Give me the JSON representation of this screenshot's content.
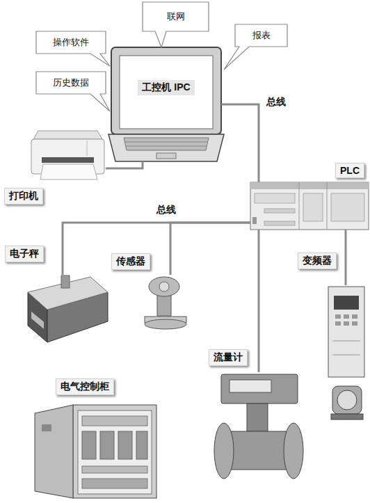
{
  "diagram": {
    "nodes": [
      {
        "text": [
          "联网"
        ]
      },
      {
        "text": [
          "操作软件"
        ]
      },
      {
        "text": [
          "报表"
        ]
      },
      {
        "text": [
          "历史数据"
        ]
      },
      {
        "text": [
          "工控机 IPC"
        ]
      },
      {
        "text": [
          "PLC"
        ]
      },
      {
        "text": [
          "打印机"
        ]
      },
      {
        "text": [
          "电子秤"
        ]
      },
      {
        "text": [
          "传感器"
        ]
      },
      {
        "text": [
          "流量计"
        ]
      },
      {
        "text": [
          "变频器"
        ]
      },
      {
        "text": [
          "电气控制柜"
        ]
      }
    ],
    "edges": [
      {
        "from": 4,
        "to": 5,
        "arrow": "none",
        "label": "总线"
      },
      {
        "from": 4,
        "to": 6,
        "arrow": "none"
      },
      {
        "from": 5,
        "to": 7,
        "arrow": "none",
        "label": "总线"
      },
      {
        "from": 5,
        "to": 8,
        "arrow": "none"
      },
      {
        "from": 5,
        "to": 9,
        "arrow": "none"
      },
      {
        "from": 5,
        "to": 10,
        "arrow": "none"
      }
    ]
  }
}
